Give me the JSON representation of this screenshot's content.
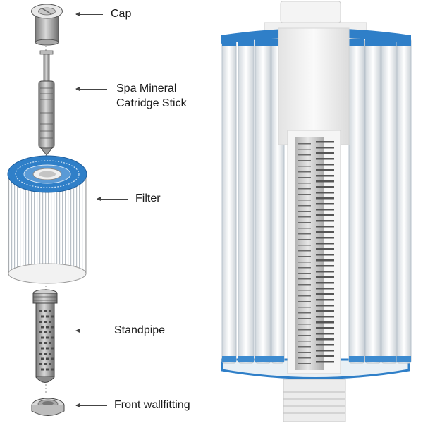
{
  "labels": {
    "cap": "Cap",
    "cartridge_line1": "Spa Mineral",
    "cartridge_line2": "Catridge Stick",
    "filter": "Filter",
    "standpipe": "Standpipe",
    "wallfitting": "Front wallfitting"
  },
  "colors": {
    "filter_blue": "#2f7fc8",
    "pleat_white": "#f6f8fa",
    "part_gray": "#9a9a9a",
    "line": "#444444"
  }
}
